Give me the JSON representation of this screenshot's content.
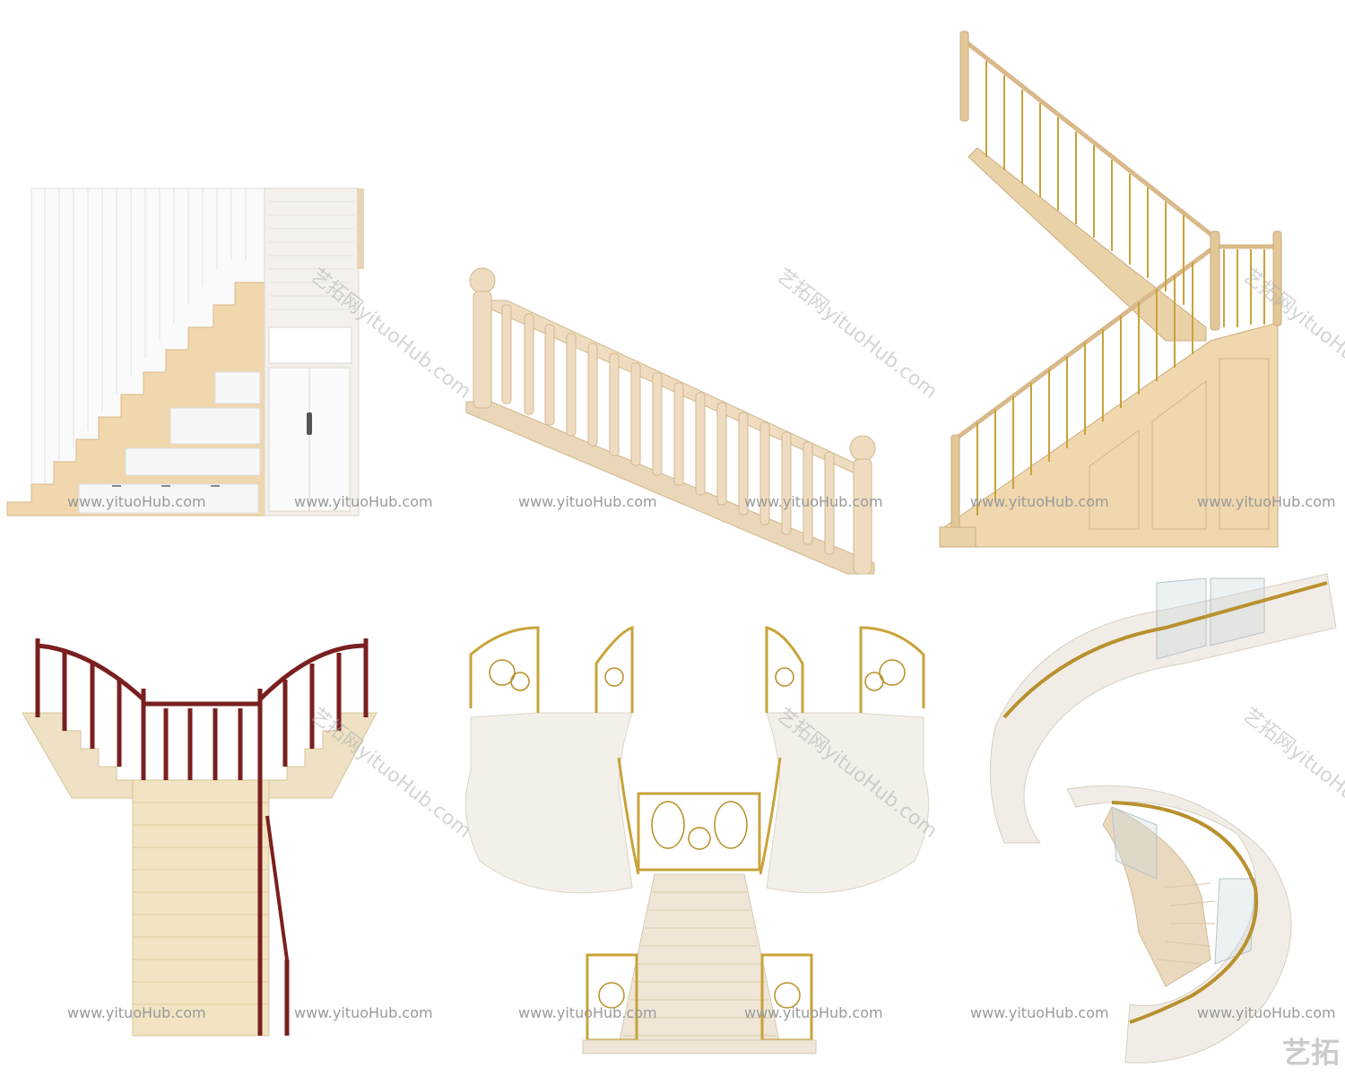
{
  "watermark": {
    "url": "www.yituoHub.com",
    "diagonal": "艺拓网yituoHub.com",
    "logo": "艺拓"
  },
  "colors": {
    "wood": "#f0d7ae",
    "wood_dark": "#d9b98a",
    "marble": "#efe6d8",
    "gold": "#c9a33a",
    "mahogany": "#7a1f1f",
    "white": "#f7f7f7"
  },
  "illustrations": [
    {
      "name": "cabinet-staircase",
      "description_icon": "staircase-with-storage-icon"
    },
    {
      "name": "baluster-handrail",
      "description_icon": "balustrade-icon"
    },
    {
      "name": "l-shaped-wooden-staircase",
      "description_icon": "staircase-icon"
    },
    {
      "name": "y-shaped-marble-staircase",
      "description_icon": "staircase-icon"
    },
    {
      "name": "imperial-gold-staircase",
      "description_icon": "staircase-icon"
    },
    {
      "name": "spiral-glass-staircase",
      "description_icon": "spiral-staircase-icon"
    }
  ]
}
